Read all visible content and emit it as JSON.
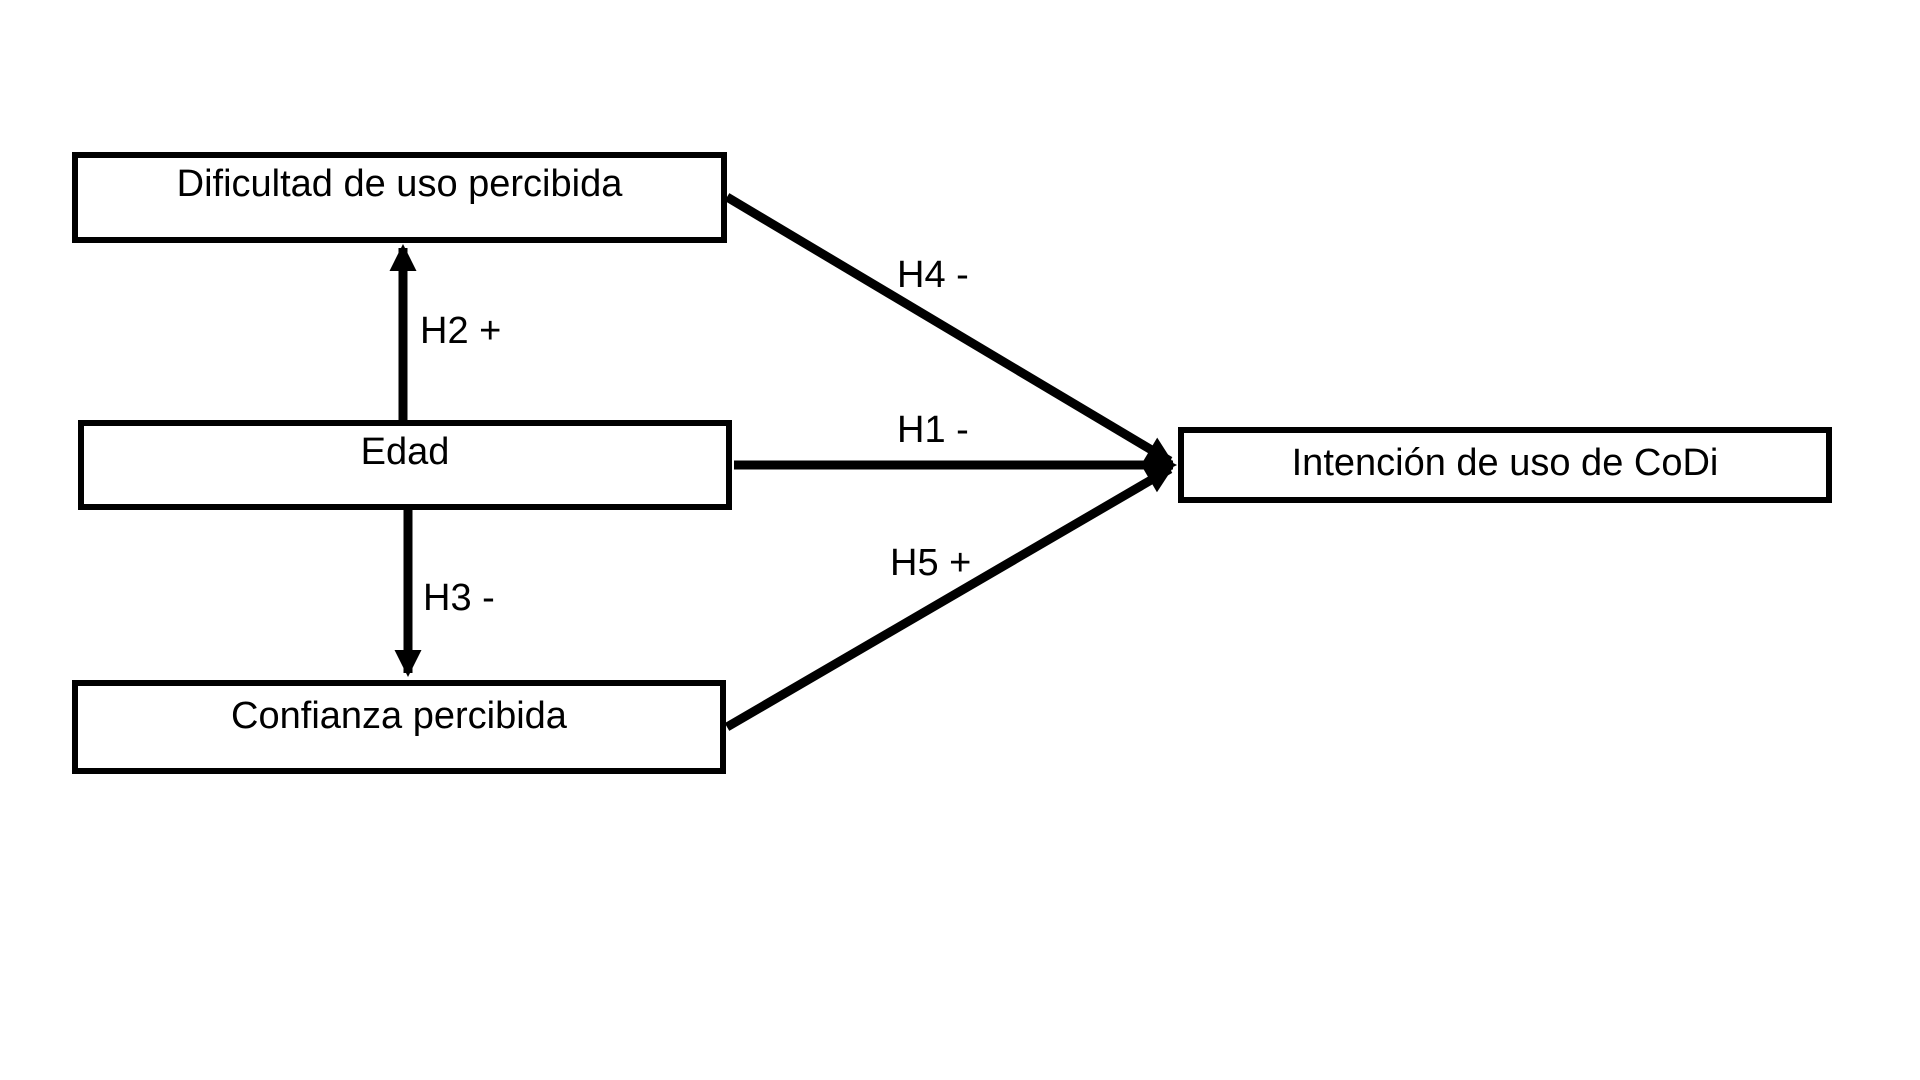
{
  "canvas": {
    "background_color": "#ffffff",
    "ink_color": "#000000"
  },
  "diagram": {
    "type": "hypothesis-path-model",
    "nodes": {
      "dificultad": {
        "label": "Dificultad de uso percibida"
      },
      "edad": {
        "label": "Edad"
      },
      "confianza": {
        "label": "Confianza percibida"
      },
      "intencion": {
        "label": "Intención de uso de CoDi"
      }
    },
    "edges": {
      "h1": {
        "label": "H1 -",
        "sign": "-",
        "from": "Edad",
        "to": "Intención de uso de CoDi"
      },
      "h2": {
        "label": "H2 +",
        "sign": "+",
        "from": "Edad",
        "to": "Dificultad de uso percibida"
      },
      "h3": {
        "label": "H3 -",
        "sign": "-",
        "from": "Edad",
        "to": "Confianza percibida"
      },
      "h4": {
        "label": "H4 -",
        "sign": "-",
        "from": "Dificultad de uso percibida",
        "to": "Intención de uso de CoDi"
      },
      "h5": {
        "label": "H5 +",
        "sign": "+",
        "from": "Confianza percibida",
        "to": "Intención de uso de CoDi"
      }
    }
  }
}
